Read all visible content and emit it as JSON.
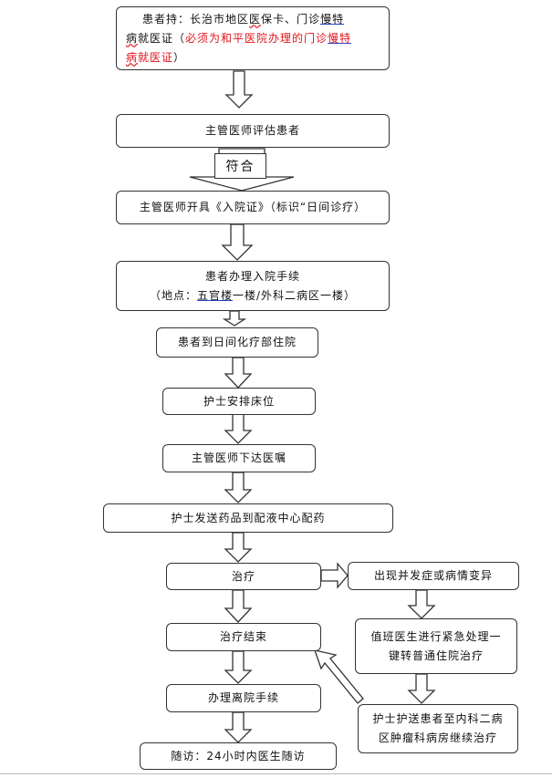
{
  "flow": {
    "b1": {
      "label": "患者持：",
      "text_a": "长治市地区",
      "text_b": "医",
      "text_c": "保卡、门诊",
      "text_d": "慢",
      "text_e": "特",
      "text_f": "病",
      "text_g": "就医证（",
      "red_a": "必须为和平医院办理的门诊",
      "red_b": "慢",
      "red_c": "特",
      "red_d": "病",
      "red_e": "就医证",
      "text_h": "）"
    },
    "b2": "主管医师评估患者",
    "badge": "符合",
    "b3": "主管医师开具《入院证》（标识“日间诊疗）",
    "b4": {
      "line1": "患者办理入院手续",
      "line2_a": "（地点：",
      "line2_b": "五官楼",
      "line2_c": "一楼/外科二病区一楼）"
    },
    "b5": "患者到日间化疗部住院",
    "b6": "护士安排床位",
    "b7": "主管医师下达医嘱",
    "b8": "护士发送药品到配液中心配药",
    "b9": "治疗",
    "b10": "出现并发症或病情变异",
    "b11": "治疗结束",
    "b12": "值班医生进行紧急处理一键转普通住院治疗",
    "b13": "办理离院手续",
    "b14": "护士护送患者至内科二病区肿瘤科病房继续治疗",
    "b15": "随访：24小时内医生随访"
  }
}
